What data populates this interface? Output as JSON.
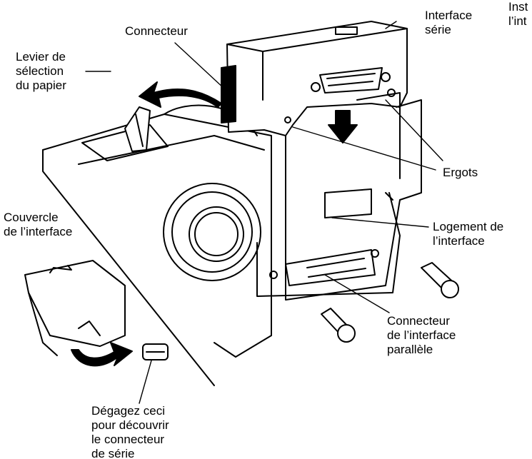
{
  "labels": {
    "connecteur": "Connecteur",
    "levier": [
      "Levier de",
      "sélection",
      "du papier"
    ],
    "interface_serie": [
      "Interface",
      "série"
    ],
    "inst_clipped": [
      "Inst",
      "l’int"
    ],
    "ergots": "Ergots",
    "couvercle": [
      "Couvercle",
      "de l’interface"
    ],
    "logement": [
      "Logement de",
      "l’interface"
    ],
    "connecteur_parallele": [
      "Connecteur",
      "de l’interface",
      "parallèle"
    ],
    "degagez": [
      "Dégagez ceci",
      "pour découvrir",
      "le connecteur",
      "de série"
    ]
  },
  "colors": {
    "ink": "#000000",
    "paper": "#ffffff",
    "shade": "#d9d9d9"
  }
}
